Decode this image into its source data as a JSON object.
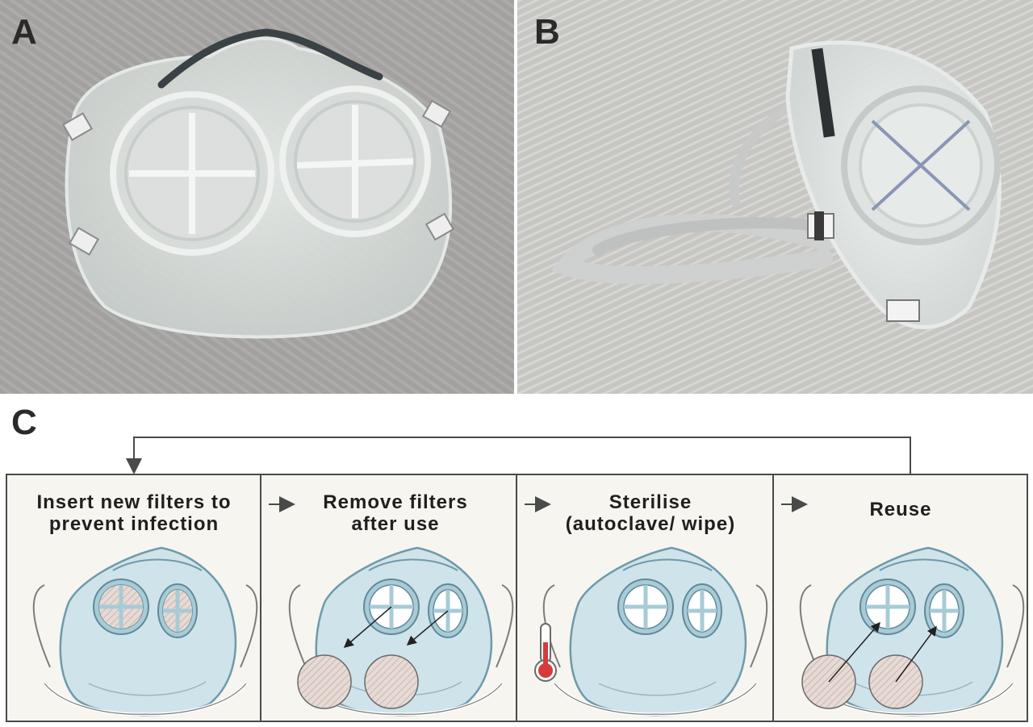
{
  "panels": {
    "a": {
      "letter": "A"
    },
    "b": {
      "letter": "B"
    },
    "c": {
      "letter": "C"
    }
  },
  "cycle": {
    "steps": [
      {
        "line1": "Insert new filters to",
        "line2": "prevent infection"
      },
      {
        "line1": "Remove filters",
        "line2": "after use"
      },
      {
        "line1": "Sterilise",
        "line2": "(autoclave/ wipe)"
      },
      {
        "line1": "Reuse",
        "line2": ""
      }
    ]
  },
  "colors": {
    "mask_fill": "#cfe3ea",
    "mask_stroke": "#6f9aaa",
    "filter_fill": "#e4d6d0",
    "panel_bg": "#f6f5ef",
    "thermometer_red": "#d63b3b",
    "line": "#4a4a4a"
  },
  "icons": [
    "mask-icon",
    "filter-disc-icon",
    "thermometer-icon",
    "arrow-icon"
  ]
}
